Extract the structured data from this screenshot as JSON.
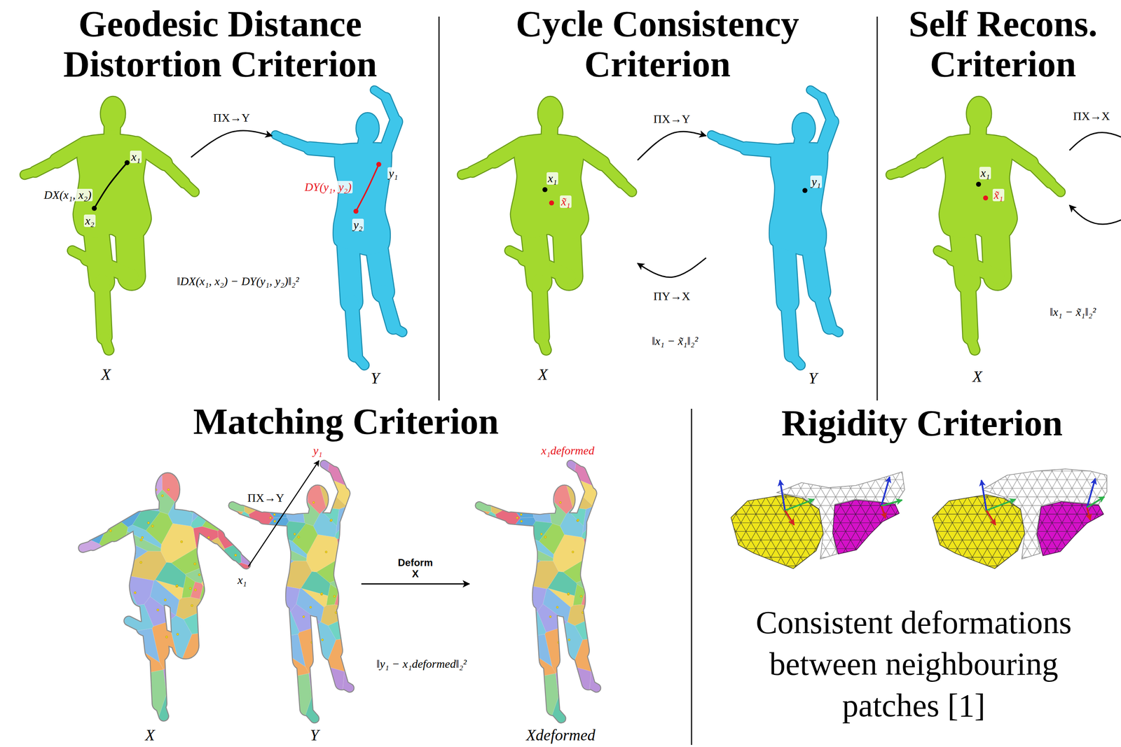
{
  "diagram": {
    "nodes": [
      {
        "text": [
          "X"
        ]
      },
      {
        "text": [
          "Y"
        ]
      },
      {
        "text": [
          "X"
        ]
      },
      {
        "text": [
          "Y"
        ]
      },
      {
        "text": [
          "X"
        ]
      },
      {
        "text": [
          "X"
        ]
      },
      {
        "text": [
          "Y"
        ]
      },
      {
        "text": [
          "Xdeformed"
        ]
      }
    ],
    "edges": [
      {
        "from": 0,
        "to": 1,
        "arrow": "to",
        "label": "ΠX→Y"
      },
      {
        "from": 2,
        "to": 3,
        "arrow": "to",
        "label": "ΠX→Y"
      },
      {
        "from": 3,
        "to": 2,
        "arrow": "to",
        "label": "ΠY→X"
      },
      {
        "from": 4,
        "to": 4,
        "arrow": "to",
        "label": "ΠX→X"
      },
      {
        "from": 6,
        "to": 7,
        "arrow": "to",
        "label": "Deform X"
      }
    ],
    "labels": [
      "Geodesic Distance Distortion Criterion",
      "Cycle Consistency Criterion",
      "Self Recons. Criterion",
      "x₁",
      "DX(x₁, x₂)",
      "x₂",
      "DY(y₁, y₂)",
      "y₁",
      "y₂",
      "‖DX(x₁, x₂) − DY(y₁, y₂)‖₂²",
      "x₁",
      "x̃₁",
      "y₁",
      "‖x₁ − x̃₁‖₂²",
      "x₁",
      "x̃₁",
      "‖x₁ − x̃₁‖₂²",
      "Matching Criterion",
      "y₁",
      "ΠX→Y",
      "x₁",
      "x₁deformed",
      "‖y₁ − x₁deformed‖₂²",
      "Rigidity Criterion",
      "Consistent deformations between neighbouring patches [1]"
    ]
  }
}
